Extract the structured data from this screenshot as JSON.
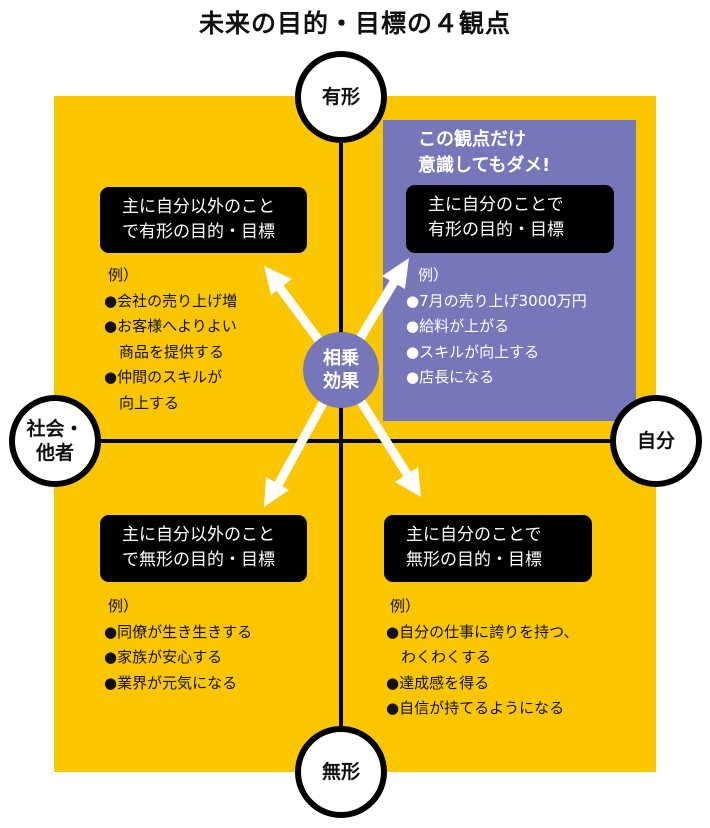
{
  "title": "未来の目的・目標の４観点",
  "colors": {
    "background": "#f9c600",
    "highlight": "#7577b8",
    "box": "#000000",
    "arrow": "#ffffff"
  },
  "axes": {
    "top": "有形",
    "bottom": "無形",
    "left": "社会・\n他者",
    "left_lines": [
      "社会・",
      "他者"
    ],
    "right": "自分"
  },
  "center": {
    "lines": [
      "相乗",
      "効果"
    ]
  },
  "callout": {
    "lines": [
      "この観点だけ",
      "意識してもダメ!"
    ]
  },
  "quadrants": {
    "top_left": {
      "heading": [
        "主に自分以外のこと",
        "で有形の目的・目標"
      ],
      "example_label": "例）",
      "items": [
        "●会社の売り上げ増",
        "●お客様へよりよい",
        "　商品を提供する",
        "●仲間のスキルが",
        "　向上する"
      ]
    },
    "top_right": {
      "heading": [
        "主に自分のことで",
        "有形の目的・目標"
      ],
      "example_label": "例）",
      "items": [
        "●7月の売り上げ3000万円",
        "●給料が上がる",
        "●スキルが向上する",
        "●店長になる"
      ]
    },
    "bottom_left": {
      "heading": [
        "主に自分以外のこと",
        "で無形の目的・目標"
      ],
      "example_label": "例）",
      "items": [
        "●同僚が生き生きする",
        "●家族が安心する",
        "●業界が元気になる"
      ]
    },
    "bottom_right": {
      "heading": [
        "主に自分のことで",
        "無形の目的・目標"
      ],
      "example_label": "例）",
      "items": [
        "●自分の仕事に誇りを持つ、",
        "　わくわくする",
        "●達成感を得る",
        "●自信が持てるようになる"
      ]
    }
  }
}
